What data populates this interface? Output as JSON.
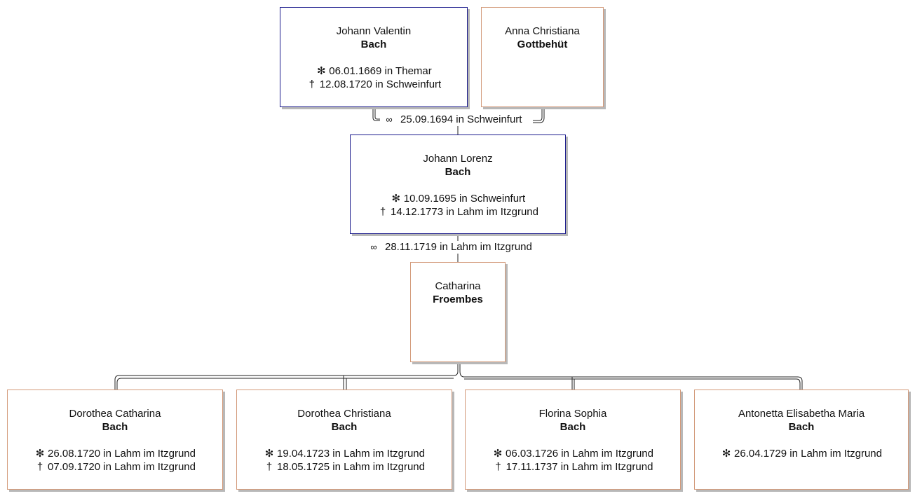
{
  "symbols": {
    "birth": "✻",
    "death": "†",
    "marriage": "∞"
  },
  "colors": {
    "male_border": "#1b1b8c",
    "female_border": "#d39a7a",
    "shadow": "#b8b8b8",
    "line": "#222222"
  },
  "persons": {
    "johann_valentin": {
      "given": "Johann Valentin",
      "surname": "Bach",
      "birth": "06.01.1669 in Themar",
      "death": "12.08.1720 in Schweinfurt"
    },
    "anna_christiana": {
      "given": "Anna Christiana",
      "surname": "Gottbehüt"
    },
    "johann_lorenz": {
      "given": "Johann Lorenz",
      "surname": "Bach",
      "birth": "10.09.1695 in Schweinfurt",
      "death": "14.12.1773 in Lahm im Itzgrund"
    },
    "catharina": {
      "given": "Catharina",
      "surname": "Froembes"
    },
    "dorothea_catharina": {
      "given": "Dorothea Catharina",
      "surname": "Bach",
      "birth": "26.08.1720 in Lahm im Itzgrund",
      "death": "07.09.1720 in Lahm im Itzgrund"
    },
    "dorothea_christiana": {
      "given": "Dorothea Christiana",
      "surname": "Bach",
      "birth": "19.04.1723 in Lahm im Itzgrund",
      "death": "18.05.1725 in Lahm im Itzgrund"
    },
    "florina_sophia": {
      "given": "Florina Sophia",
      "surname": "Bach",
      "birth": "06.03.1726 in Lahm im Itzgrund",
      "death": "17.11.1737 in Lahm im Itzgrund"
    },
    "antonetta": {
      "given": "Antonetta Elisabetha Maria",
      "surname": "Bach",
      "birth": "26.04.1729 in Lahm im Itzgrund"
    }
  },
  "marriages": {
    "parents": {
      "date": "25.09.1694 in Schweinfurt"
    },
    "main": {
      "date": "28.11.1719 in Lahm im Itzgrund"
    }
  }
}
